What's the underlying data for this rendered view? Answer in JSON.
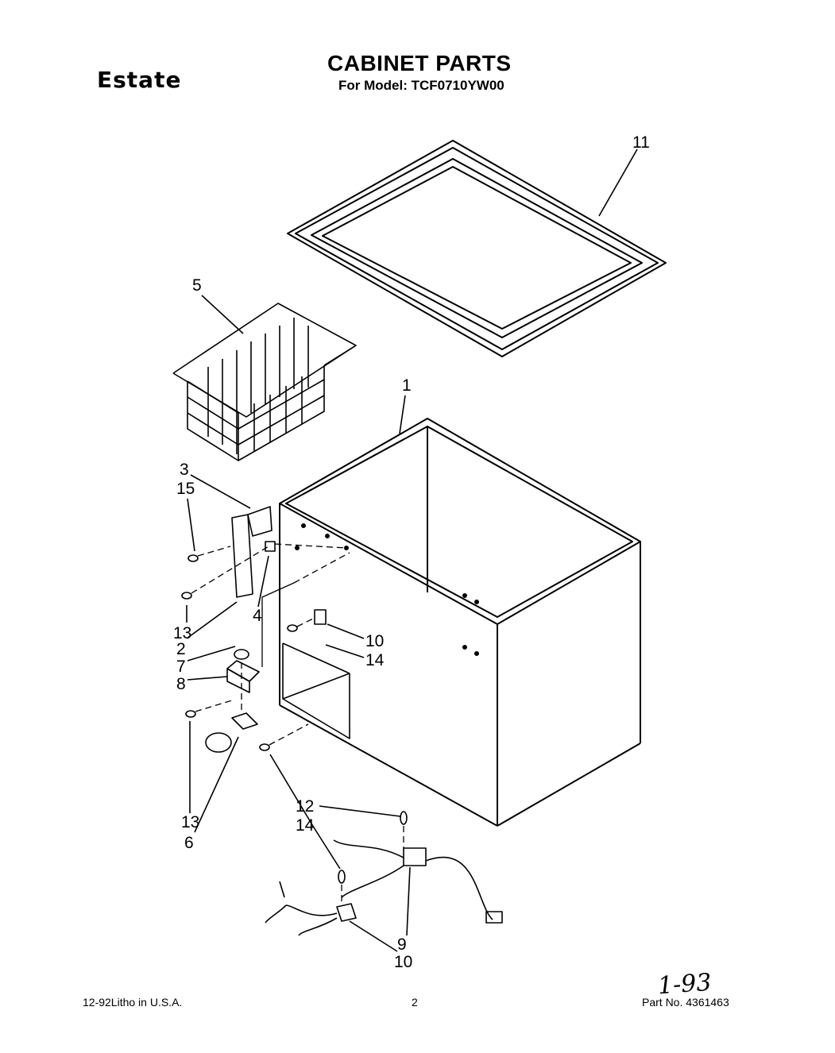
{
  "header": {
    "brand": "Estate",
    "title": "CABINET PARTS",
    "subtitle": "For Model: TCF0710YW00"
  },
  "callouts": {
    "c11": "11",
    "c5": "5",
    "c1": "1",
    "c3": "3",
    "c15": "15",
    "c4": "4",
    "c13a": "13",
    "c2": "2",
    "c7": "7",
    "c8": "8",
    "c10a": "10",
    "c14a": "14",
    "c13b": "13",
    "c6": "6",
    "c12": "12",
    "c14b": "14",
    "c9": "9",
    "c10b": "10"
  },
  "footer": {
    "left": "12-92Litho in U.S.A.",
    "page": "2",
    "part": "Part No. 4361463",
    "handwritten": "1-93"
  }
}
